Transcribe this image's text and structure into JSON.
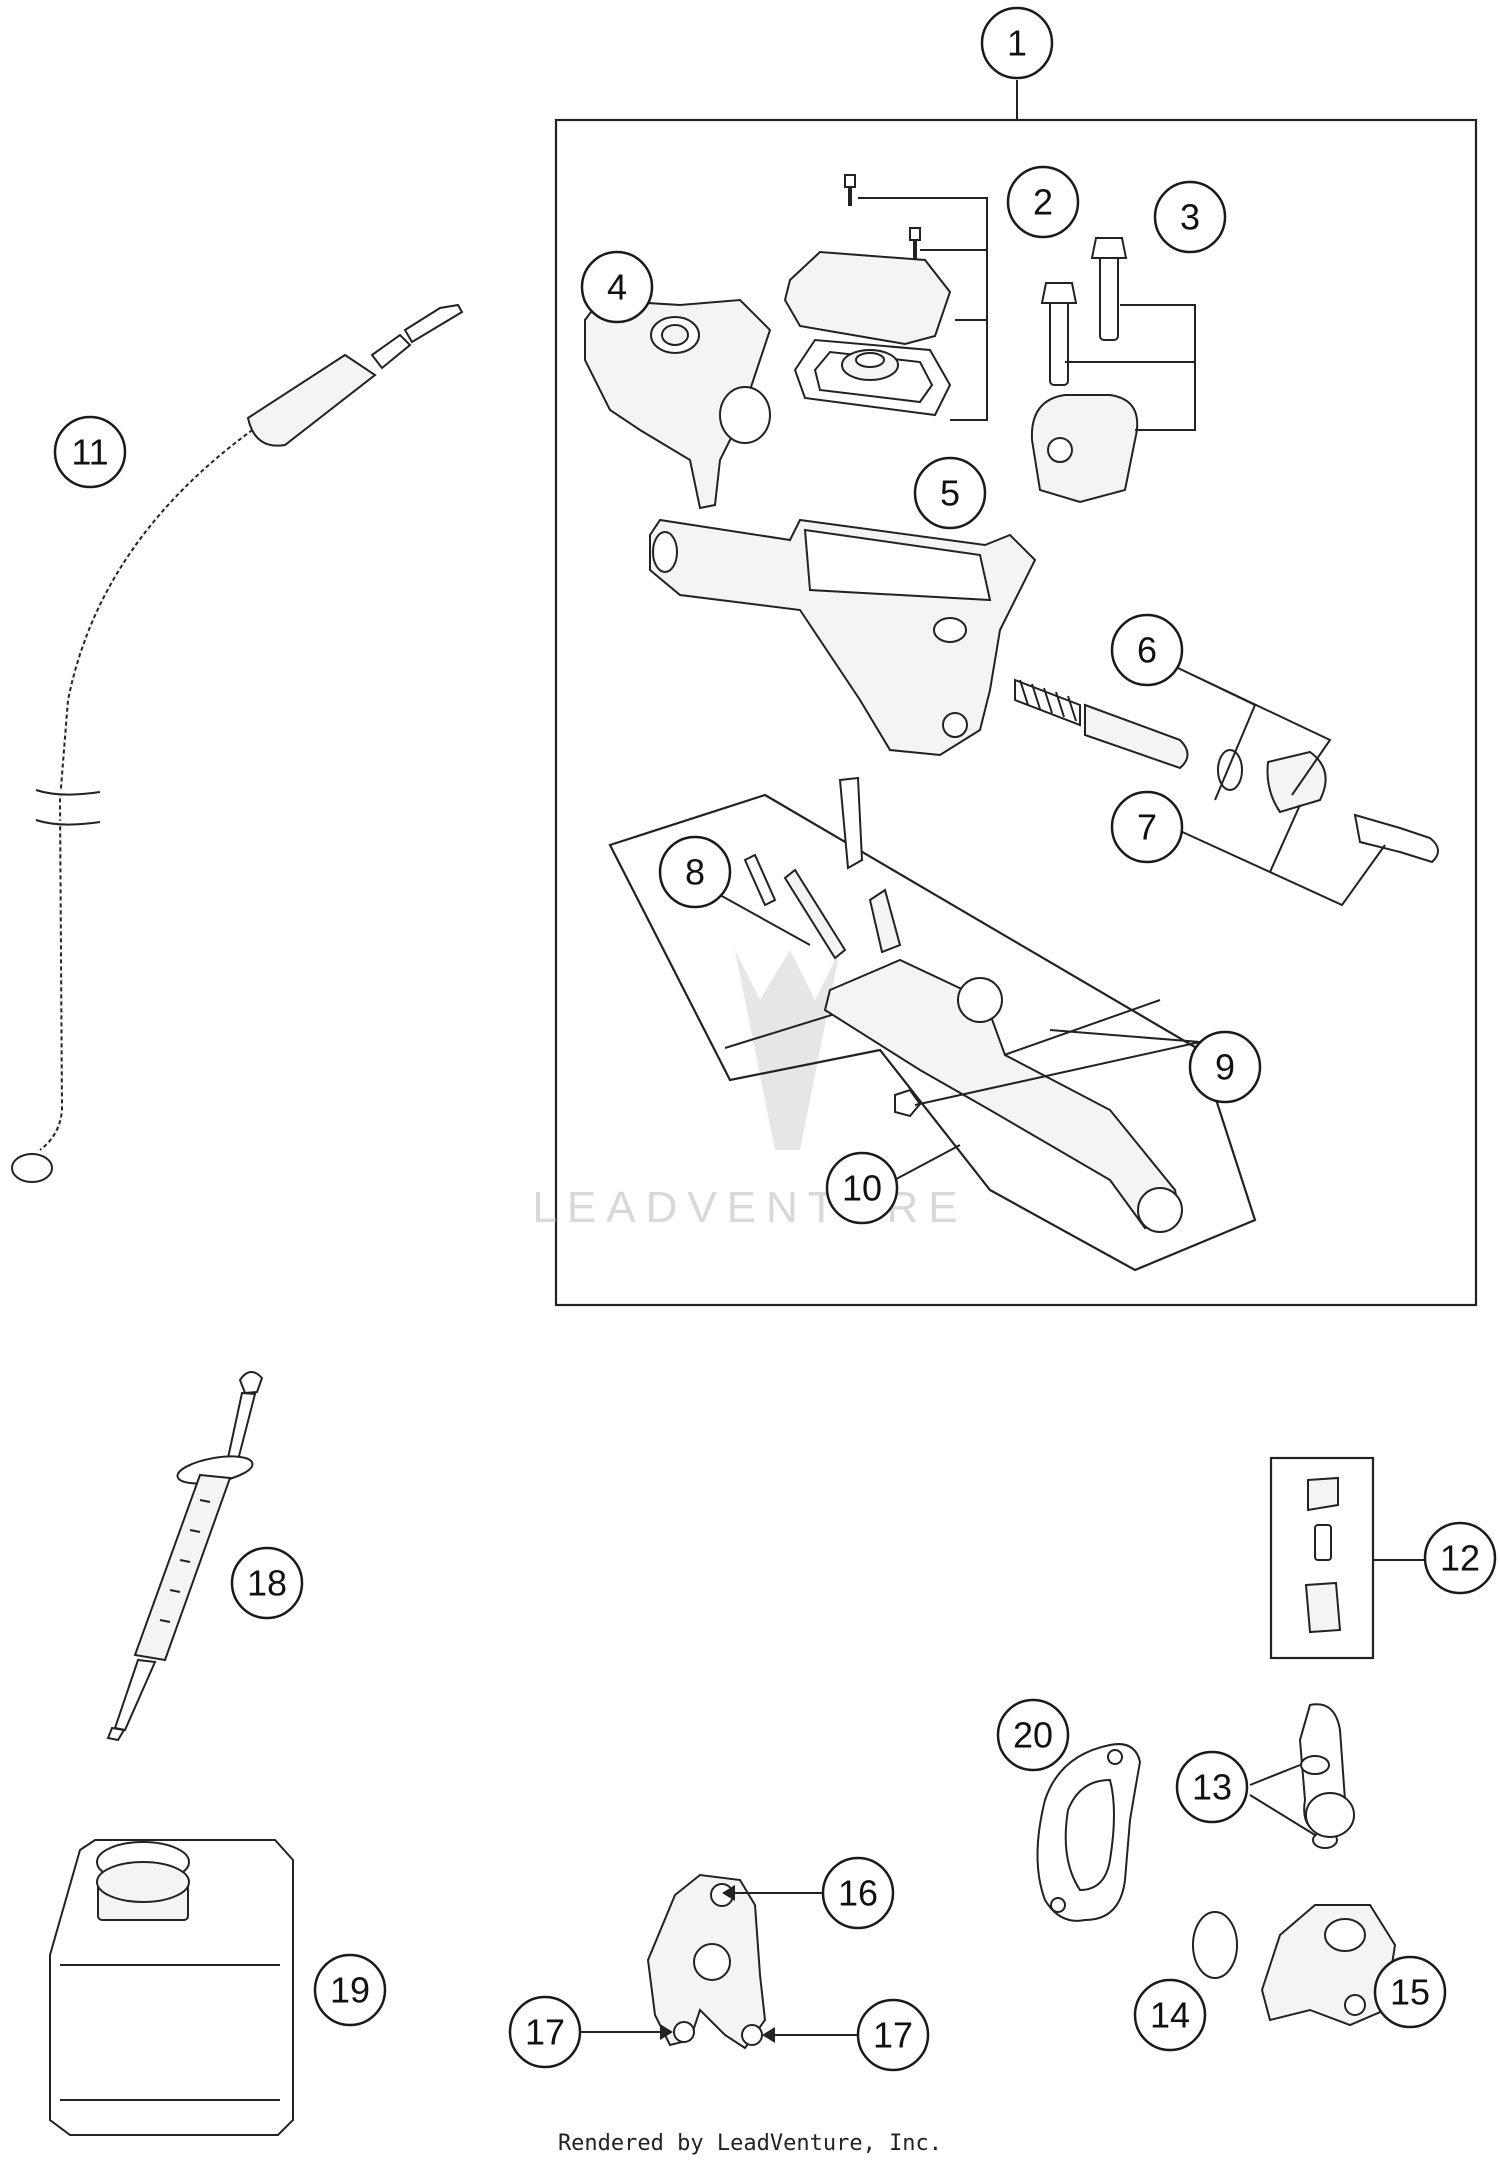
{
  "callouts": [
    {
      "label": "1"
    },
    {
      "label": "2"
    },
    {
      "label": "3"
    },
    {
      "label": "4"
    },
    {
      "label": "5"
    },
    {
      "label": "6"
    },
    {
      "label": "7"
    },
    {
      "label": "8"
    },
    {
      "label": "9"
    },
    {
      "label": "10"
    },
    {
      "label": "11"
    },
    {
      "label": "12"
    },
    {
      "label": "13"
    },
    {
      "label": "14"
    },
    {
      "label": "15"
    },
    {
      "label": "16"
    },
    {
      "label": "17"
    },
    {
      "label": "17"
    },
    {
      "label": "18"
    },
    {
      "label": "19"
    },
    {
      "label": "20"
    }
  ],
  "watermark": "LEADVENTURE",
  "credit": "Rendered by LeadVenture, Inc."
}
